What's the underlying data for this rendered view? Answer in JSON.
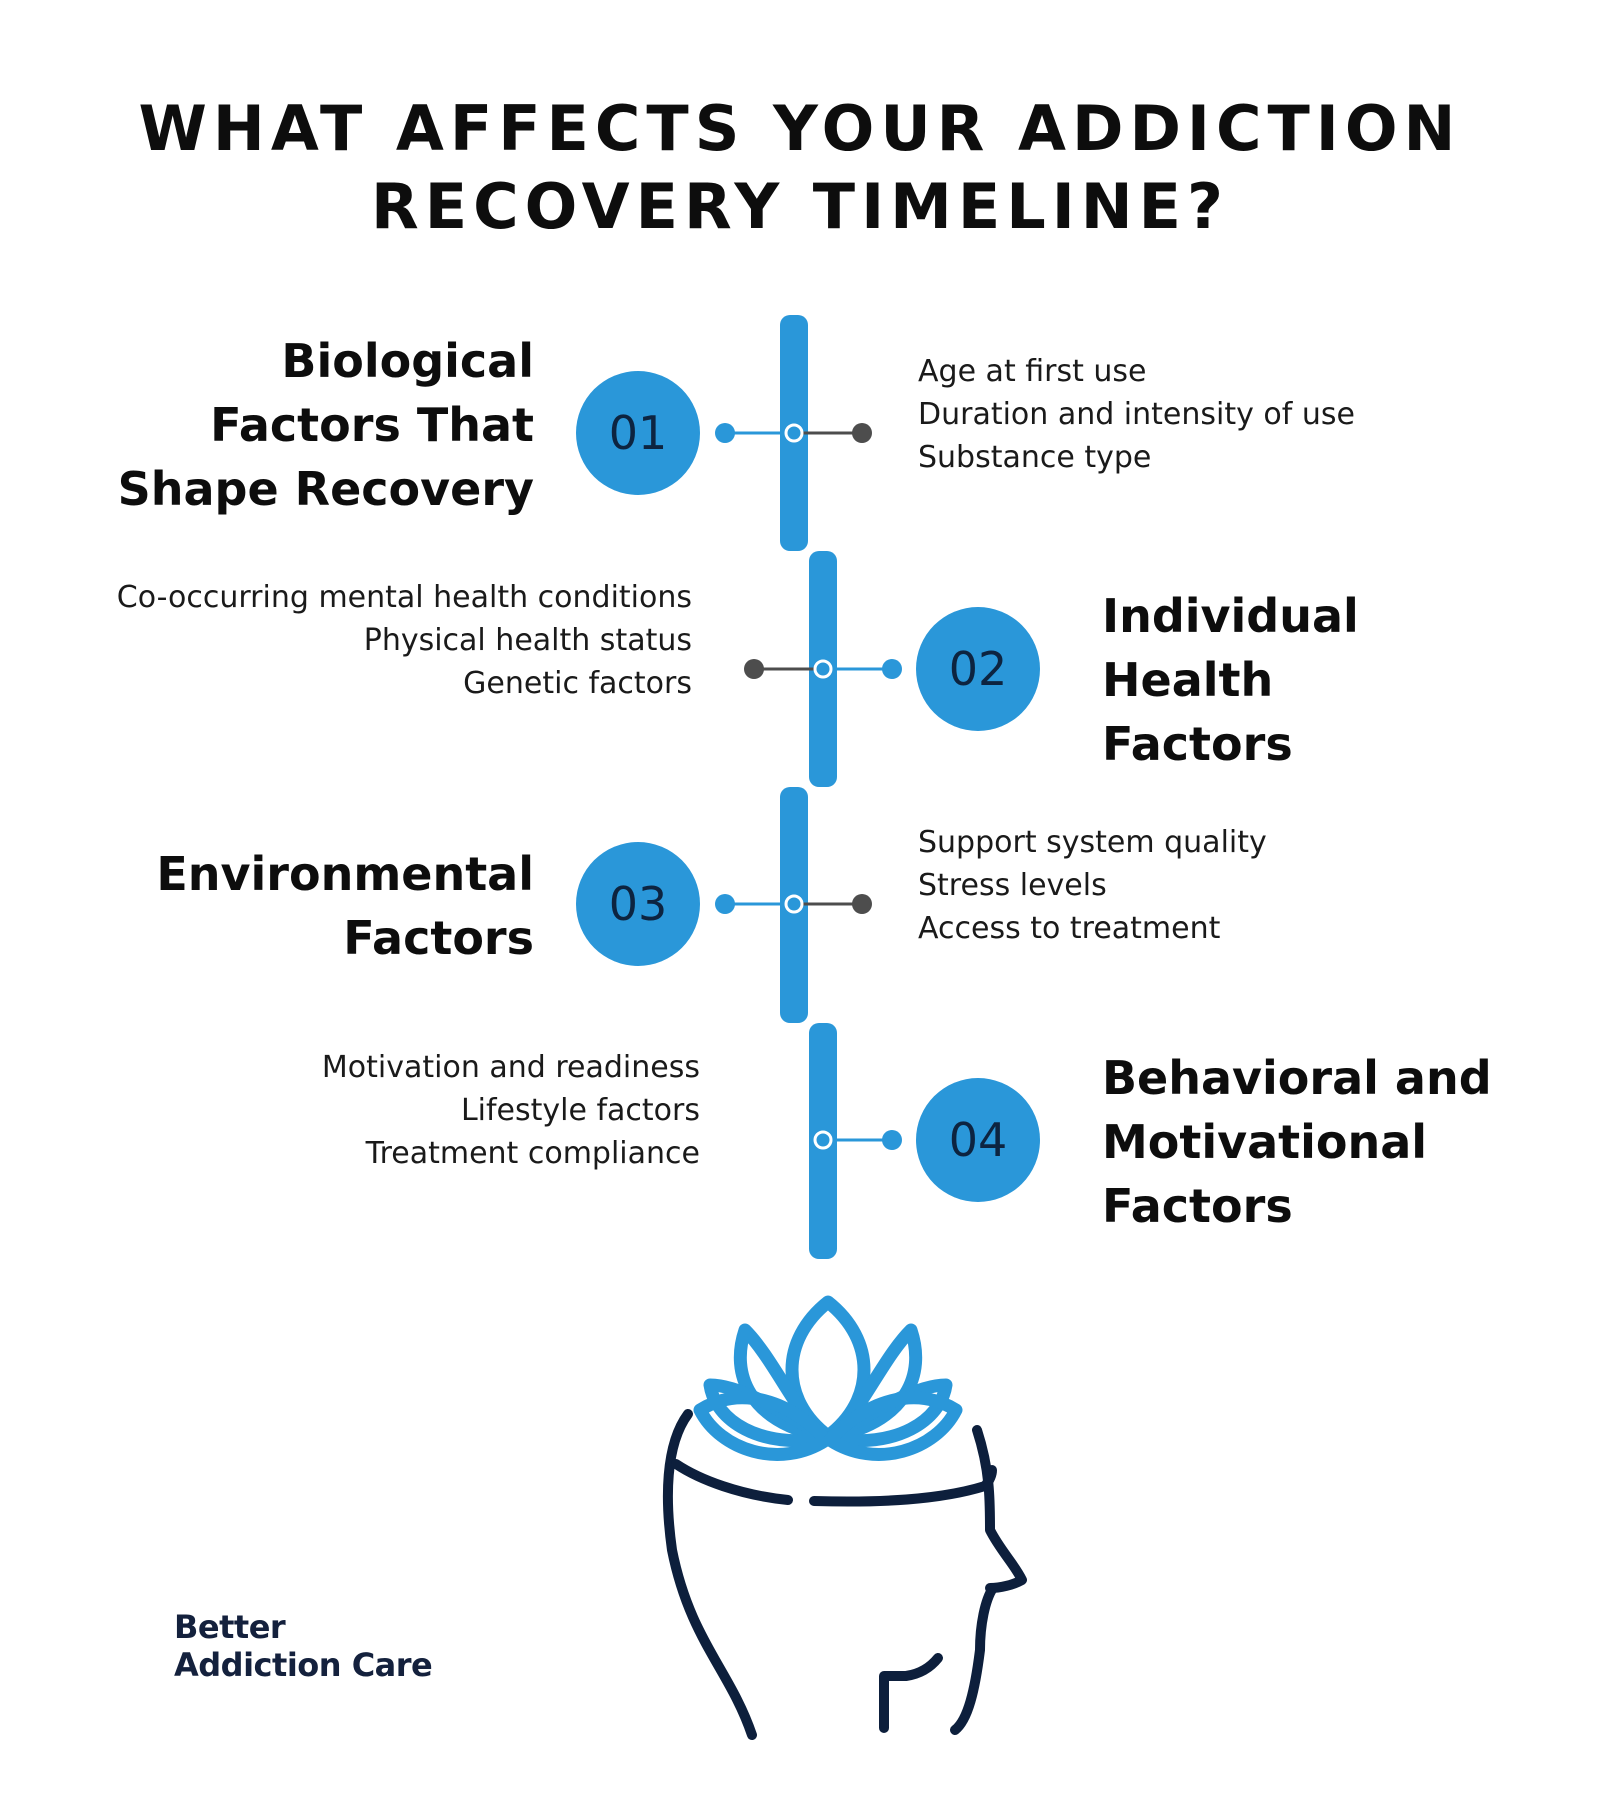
{
  "title": {
    "line1": "WHAT AFFECTS YOUR ADDICTION",
    "line2": "RECOVERY TIMELINE?"
  },
  "colors": {
    "accent_blue": "#2a97d9",
    "connector_dark": "#4d4d4d",
    "navy": "#0d1f3c",
    "text": "#0d0d0d"
  },
  "steps": [
    {
      "number": "01",
      "heading": [
        "Biological",
        "Factors That",
        "Shape Recovery"
      ],
      "items": [
        "Age at first use",
        "Duration and intensity of use",
        "Substance type"
      ]
    },
    {
      "number": "02",
      "heading": [
        "Individual",
        "Health",
        "Factors"
      ],
      "items": [
        "Co-occurring mental health conditions",
        "Physical health status",
        "Genetic factors"
      ]
    },
    {
      "number": "03",
      "heading": [
        "Environmental",
        "Factors"
      ],
      "items": [
        "Support system quality",
        "Stress levels",
        "Access to treatment"
      ]
    },
    {
      "number": "04",
      "heading": [
        "Behavioral and",
        "Motivational",
        "Factors"
      ],
      "items": [
        "Motivation and readiness",
        "Lifestyle factors",
        "Treatment compliance"
      ]
    }
  ],
  "illustration": {
    "icons": [
      "lotus-icon",
      "head-silhouette-icon"
    ]
  },
  "logo": {
    "line1": "Better",
    "line2": "Addiction Care"
  }
}
